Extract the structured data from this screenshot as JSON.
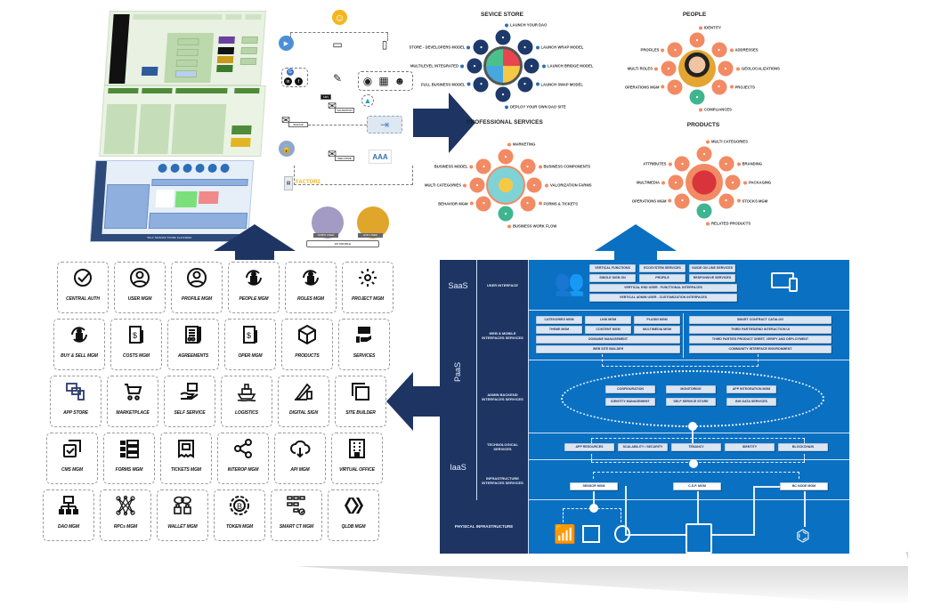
{
  "colors": {
    "navy": "#1e3563",
    "stack_blue": "#0a70c2",
    "service_store_accent": "#1e3a6a",
    "people_accent": "#f28a63",
    "products_accent": "#f28a63",
    "professional_accent": "#f28a63",
    "green_flow": "#4e8b3a",
    "pill_bg": "#dce6f2"
  },
  "service_store": {
    "title": "SEVICE STORE",
    "items": [
      {
        "label": "LAUNCH YOUR DAO",
        "icon": "dao-icon"
      },
      {
        "label": "LAUNCH WRAP MODEL",
        "icon": "wrap-icon"
      },
      {
        "label": "LAUNCH BRIDGE MODEL",
        "icon": "bridge-icon"
      },
      {
        "label": "LAUNCH SWAP MODEL",
        "icon": "swap-icon"
      },
      {
        "label": "DEPLOY YOUR OWN DAO SITE",
        "icon": "monitor-icon"
      },
      {
        "label": "FULL BUSINESS MODEL",
        "icon": "briefcase-icon"
      },
      {
        "label": "MULTILEVEL INTEGRATED",
        "icon": "layers-icon"
      },
      {
        "label": "STORE - DEVELOPERS MODEL",
        "icon": "code-icon"
      }
    ]
  },
  "people": {
    "title": "PEOPLE",
    "items": [
      {
        "label": "IDENTITY",
        "icon": "fingerprint-icon"
      },
      {
        "label": "ADDRESSES",
        "icon": "building-icon"
      },
      {
        "label": "GEOLOCALIZATIONS",
        "icon": "location-icon"
      },
      {
        "label": "PROJECTS",
        "icon": "gauge-icon"
      },
      {
        "label": "COMPLIANCES",
        "icon": "compliance-icon"
      },
      {
        "label": "OPERATIONS MGM",
        "icon": "briefcase-icon"
      },
      {
        "label": "MULTI ROLES",
        "icon": "grid-icon"
      },
      {
        "label": "PROFILES",
        "icon": "star-icon"
      }
    ]
  },
  "professional_services": {
    "title": "PROFESSIONAL SERVICES",
    "items": [
      {
        "label": "MARKETING",
        "icon": "star-icon"
      },
      {
        "label": "BUSINESS COMPONENTS",
        "icon": "components-icon"
      },
      {
        "label": "VALORIZATION FARMS",
        "icon": "farm-icon"
      },
      {
        "label": "FORMS & TICKETS",
        "icon": "form-icon"
      },
      {
        "label": "BUSINESS WORK FLOW",
        "icon": "workflow-icon"
      },
      {
        "label": "BEHAVIOR MGM",
        "icon": "behavior-icon"
      },
      {
        "label": "MULTI CATEGORIES",
        "icon": "list-icon"
      },
      {
        "label": "BUSINESS MODEL",
        "icon": "briefcase-icon"
      }
    ]
  },
  "products": {
    "title": "PRODUCTS",
    "items": [
      {
        "label": "MULTI CATEGORIES",
        "icon": "list-icon"
      },
      {
        "label": "BRANDING",
        "icon": "brand-icon"
      },
      {
        "label": "PACKAGING",
        "icon": "box-icon"
      },
      {
        "label": "STOCKS MGM",
        "icon": "pie-icon"
      },
      {
        "label": "RELATED PRODUCTS",
        "icon": "screen-icon"
      },
      {
        "label": "OPERATIONS MGM",
        "icon": "briefcase-icon"
      },
      {
        "label": "MULTIMEDIA",
        "icon": "clapper-icon"
      },
      {
        "label": "ATTRIBUTES",
        "icon": "sliders-icon"
      }
    ]
  },
  "auth_flow": {
    "tags": [
      "SIGNUP",
      "VALIDATION",
      "WELCOME",
      "SMS"
    ],
    "factor_label": "FACTOR2",
    "users": [
      "ADMIN USER",
      "END USER"
    ],
    "profile_label": "MY PROFILE"
  },
  "thumbnail_platform_footer": "SELF SERVICE STORE PLATFORM",
  "modules": [
    {
      "label": "CENTRAL AUTH",
      "icon": "check-circle-icon"
    },
    {
      "label": "USER MGM",
      "icon": "user-circle-icon"
    },
    {
      "label": "PROFILE MGM",
      "icon": "user-circle-icon"
    },
    {
      "label": "PEOPLE MGM",
      "icon": "person-cycle-icon"
    },
    {
      "label": "ROLES MGM",
      "icon": "person-cycle-icon"
    },
    {
      "label": "PROJECT MGM",
      "icon": "gear-icon"
    },
    {
      "label": "BUY & SELL MGM",
      "icon": "person-cycle-icon"
    },
    {
      "label": "COSTS MGM",
      "icon": "invoice-icon"
    },
    {
      "label": "AGREEMENTS",
      "icon": "contract-icon"
    },
    {
      "label": "OPER MGM",
      "icon": "invoice-icon"
    },
    {
      "label": "PRODUCTS",
      "icon": "box-icon"
    },
    {
      "label": "SERVICES",
      "icon": "service-hand-icon"
    },
    {
      "label": "APP STORE",
      "icon": "devices-icon"
    },
    {
      "label": "MARKETPLACE",
      "icon": "cart-icon"
    },
    {
      "label": "SELF SERVICE",
      "icon": "hand-box-icon"
    },
    {
      "label": "LOGISTICS",
      "icon": "ship-icon"
    },
    {
      "label": "DIGITAL SIGN",
      "icon": "signature-icon"
    },
    {
      "label": "SITE BUILDER",
      "icon": "copy-icon"
    },
    {
      "label": "CMS MGM",
      "icon": "check-window-icon"
    },
    {
      "label": "FORMS MGM",
      "icon": "form-list-icon"
    },
    {
      "label": "TICKETS MGM",
      "icon": "receipt-icon"
    },
    {
      "label": "INTEROP MGM",
      "icon": "share-icon"
    },
    {
      "label": "API MGM",
      "icon": "cloud-download-icon"
    },
    {
      "label": "VIRTUAL OFFICE",
      "icon": "office-building-icon"
    },
    {
      "label": "DAO MGM",
      "icon": "network-tree-icon"
    },
    {
      "label": "RPCs MGM",
      "icon": "mesh-icon"
    },
    {
      "label": "WALLET MGM",
      "icon": "chain-lock-icon"
    },
    {
      "label": "TOKEN MGM",
      "icon": "bitcoin-token-icon"
    },
    {
      "label": "SMART CT MGM",
      "icon": "flowchart-icon"
    },
    {
      "label": "QLDB MGM",
      "icon": "hive-icon"
    }
  ],
  "stack": {
    "layers": {
      "saas": "SaaS",
      "paas": "PaaS",
      "iaas": "IaaS"
    },
    "rows": {
      "user_interface": {
        "label": "USER INTERFACE",
        "pills": [
          "VERTICAL FUNCTIONS",
          "ECOSYSTEM SERVICES",
          "GUIDE ON LINE SERVICES",
          "SINGLE SIGN ON",
          "PROFILE",
          "RESPONSIVE SERVICES",
          "VERTICAL END USER - FUNCTIONAL INTERFACES",
          "VERTICAL ADMIN USER - CUSTOMIZATION INTERFACES"
        ]
      },
      "web_mobile": {
        "label": "WEB & MOBILE INTERFACES SERVICES",
        "left_pills": [
          "CATEGORIES MGM",
          "LINK MGM",
          "PLUGIN MGM",
          "THEME MGM",
          "CONTENT MGM",
          "MULTIMEDIA MGM",
          "DOMAINE MANAGEMENT",
          "WEB SITE BUILDER"
        ],
        "right_pills": [
          "SMART CONTRACT CATALOG",
          "THIRD PARTIES/END INTERACTION UI",
          "THIRD PARTIES PRODUCT SHEET, VERIFY AND DEPLOYMENT",
          "COMMUNITY INTERFACE ENVIRONMENT"
        ]
      },
      "admin_backend": {
        "label": "ADMIN BACKEND INTERFACES SERVICES",
        "pills": [
          "CONFIGURATION",
          "MONITORING",
          "APP INTEGRATION MGM",
          "IDENTITY MANAGEMENT",
          "SELF SERVICE STORE",
          "BIG DATA SERVICES"
        ]
      },
      "technological": {
        "label": "TECHNOLOGICAL SERVICES",
        "pills": [
          "APP RESOURCES",
          "SCALABILITY / SECURITY",
          "TENANCY",
          "IDENTITY",
          "BLOCKCHAIN"
        ]
      },
      "infrastructure": {
        "label": "INFRASTRUCTURE INTERFACES SERVICES",
        "pills": [
          "SENSOR MGM",
          "C.S.P. MGM",
          "BC NODE MGM"
        ]
      },
      "physical": {
        "label": "PHYSICAL INFRASTRUCTURE"
      }
    }
  }
}
